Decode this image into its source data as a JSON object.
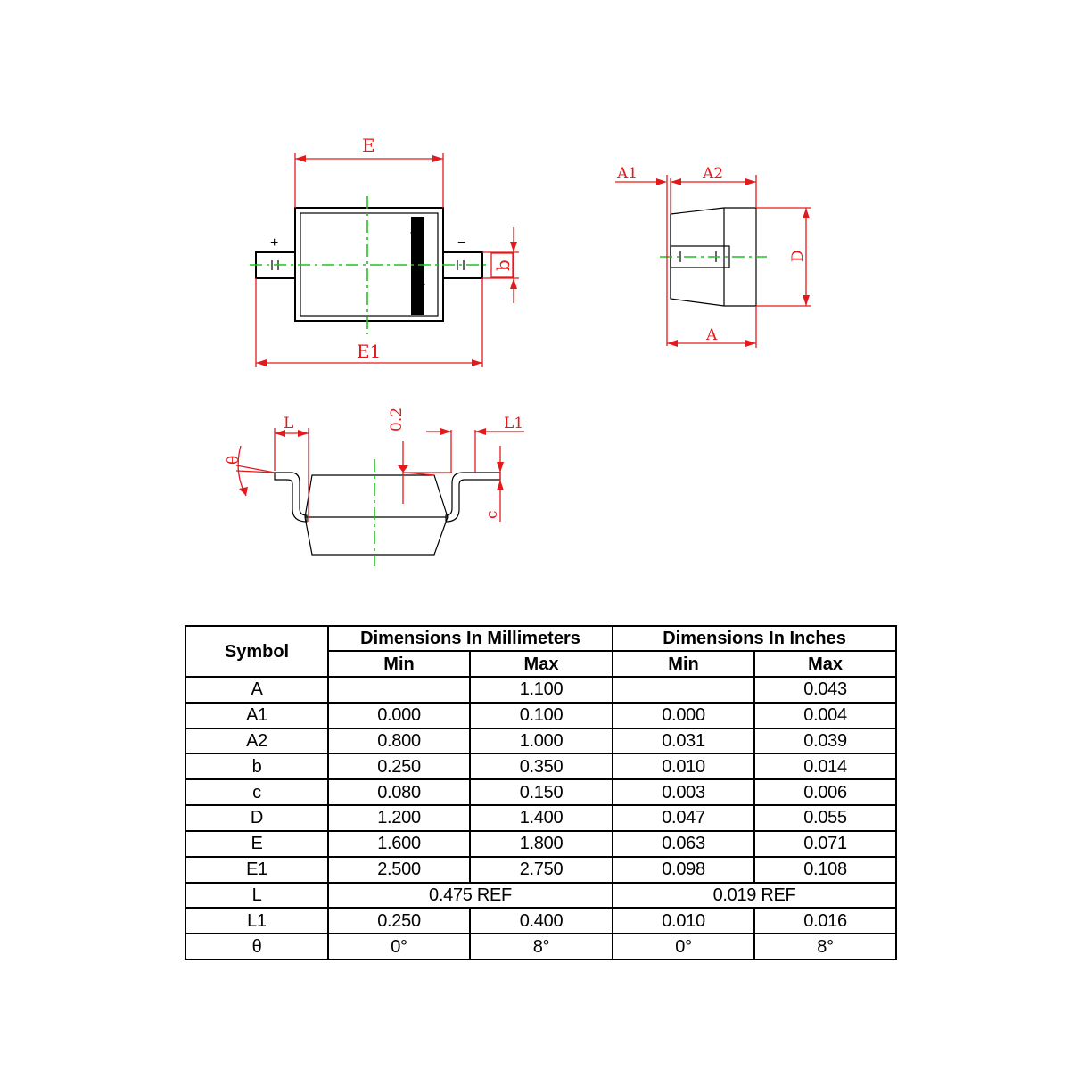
{
  "drawing": {
    "labels": {
      "E": "E",
      "E1": "E1",
      "b": "b",
      "plus": "+",
      "minus": "−",
      "A1": "A1",
      "A2": "A2",
      "A": "A",
      "D": "D",
      "L": "L",
      "L1": "L1",
      "gap": "0.2",
      "c": "c",
      "theta": "θ"
    },
    "colors": {
      "dimension": "#e31a1c",
      "centerline": "#1fc41f",
      "outline": "#000000"
    }
  },
  "table": {
    "headers": {
      "symbol": "Symbol",
      "mm": "Dimensions In Millimeters",
      "inch": "Dimensions In Inches",
      "min": "Min",
      "max": "Max"
    },
    "rows": [
      {
        "symbol": "A",
        "mm_min": "",
        "mm_max": "1.100",
        "in_min": "",
        "in_max": "0.043"
      },
      {
        "symbol": "A1",
        "mm_min": "0.000",
        "mm_max": "0.100",
        "in_min": "0.000",
        "in_max": "0.004"
      },
      {
        "symbol": "A2",
        "mm_min": "0.800",
        "mm_max": "1.000",
        "in_min": "0.031",
        "in_max": "0.039"
      },
      {
        "symbol": "b",
        "mm_min": "0.250",
        "mm_max": "0.350",
        "in_min": "0.010",
        "in_max": "0.014"
      },
      {
        "symbol": "c",
        "mm_min": "0.080",
        "mm_max": "0.150",
        "in_min": "0.003",
        "in_max": "0.006"
      },
      {
        "symbol": "D",
        "mm_min": "1.200",
        "mm_max": "1.400",
        "in_min": "0.047",
        "in_max": "0.055"
      },
      {
        "symbol": "E",
        "mm_min": "1.600",
        "mm_max": "1.800",
        "in_min": "0.063",
        "in_max": "0.071"
      },
      {
        "symbol": "E1",
        "mm_min": "2.500",
        "mm_max": "2.750",
        "in_min": "0.098",
        "in_max": "0.108"
      },
      {
        "symbol": "L",
        "mm_ref": "0.475 REF",
        "in_ref": "0.019 REF"
      },
      {
        "symbol": "L1",
        "mm_min": "0.250",
        "mm_max": "0.400",
        "in_min": "0.010",
        "in_max": "0.016"
      },
      {
        "symbol": "θ",
        "mm_min": "0°",
        "mm_max": "8°",
        "in_min": "0°",
        "in_max": "8°"
      }
    ]
  }
}
